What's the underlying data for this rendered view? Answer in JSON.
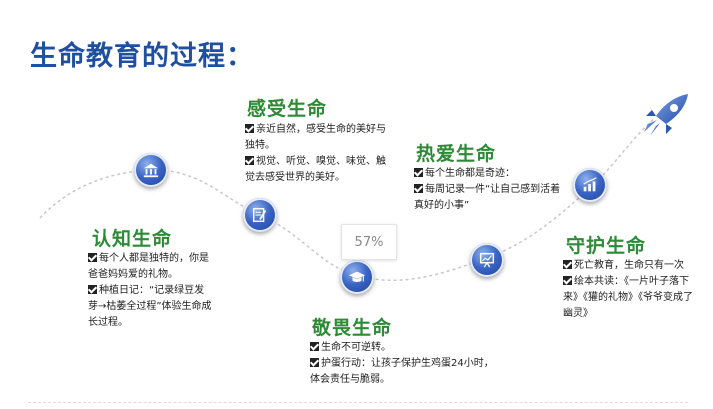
{
  "slide": {
    "title": "生命教育的过程：",
    "zoom_badge": "57%",
    "stages": [
      {
        "title": "认知生命",
        "icon": "building-icon",
        "items": [
          "每个人都是独特的，你是爸爸妈妈爱的礼物。",
          "种植日记：“记录绿豆发芽→枯萎全过程”体验生命成长过程。"
        ]
      },
      {
        "title": "感受生命",
        "icon": "notepad-pen-icon",
        "items": [
          "亲近自然，感受生命的美好与独特。",
          "视觉、听觉、嗅觉、味觉、触觉去感受世界的美好。"
        ]
      },
      {
        "title": "敬畏生命",
        "icon": "graduation-cap-icon",
        "items": [
          "生命不可逆转。",
          "护蛋行动：让孩子保护生鸡蛋24小时，体会责任与脆弱。"
        ]
      },
      {
        "title": "热爱生命",
        "icon": "presentation-board-icon",
        "items": [
          "每个生命都是奇迹：",
          "每周记录一件“让自己感到活着真好的小事”"
        ]
      },
      {
        "title": "守护生命",
        "icon": "growth-chart-icon",
        "items": [
          "死亡教育，生命只有一次",
          "绘本共读：《一片叶子落下来》《獾的礼物》《爷爷变成了幽灵》"
        ]
      }
    ]
  },
  "colors": {
    "title": "#1f4fa0",
    "stage_title": "#2d8a36",
    "node": "#2f56b8",
    "path": "#c8c8c8"
  }
}
